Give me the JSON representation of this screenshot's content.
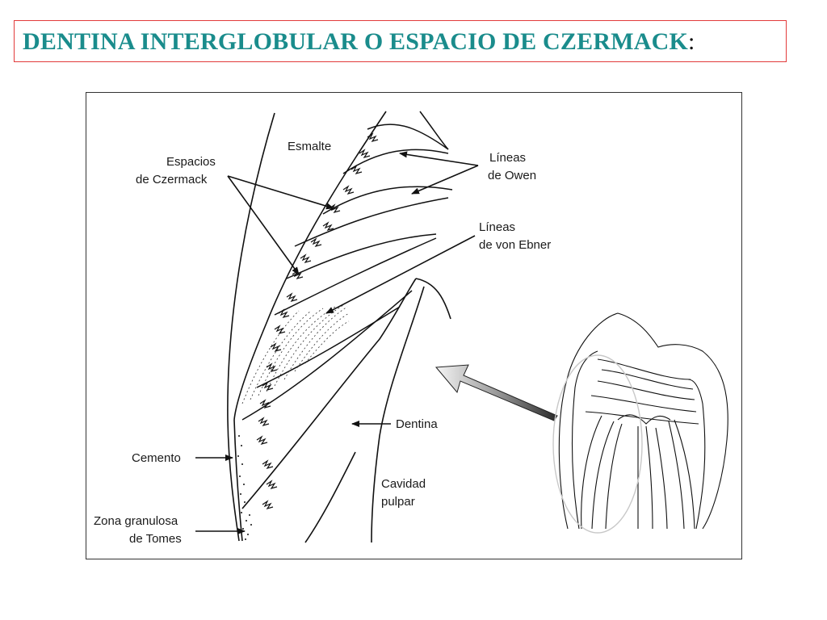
{
  "title": {
    "text": "DENTINA INTERGLOBULAR O ESPACIO DE CZERMACK",
    "suffix": ":"
  },
  "labels": {
    "esmalte": "Esmalte",
    "espacios_1": "Espacios",
    "espacios_2": "de Czermack",
    "owen_1": "Líneas",
    "owen_2": "de Owen",
    "ebner_1": "Líneas",
    "ebner_2": "de von Ebner",
    "dentina": "Dentina",
    "cemento": "Cemento",
    "cavidad_1": "Cavidad",
    "cavidad_2": "pulpar",
    "tomes_1": "Zona granulosa",
    "tomes_2": "de Tomes"
  },
  "colors": {
    "title": "#1a8c8c",
    "title_border": "#e23b3b",
    "ink": "#1a1a1a"
  }
}
